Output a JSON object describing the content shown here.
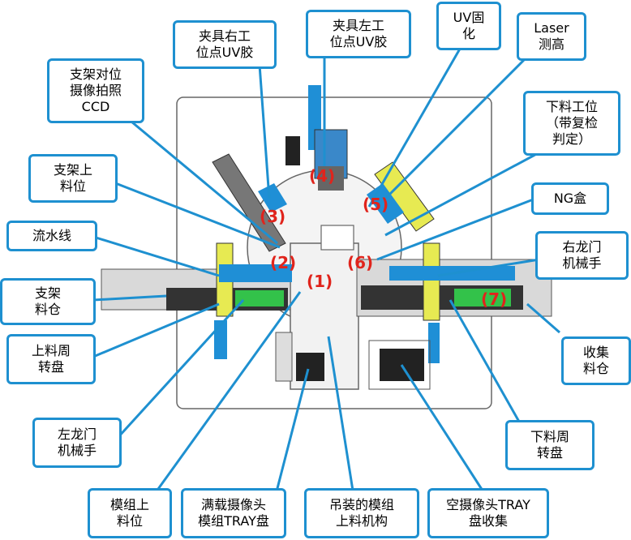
{
  "labels": {
    "jiaju_right": "夹具右工\n位点UV胶",
    "jiaju_left": "夹具左工\n位点UV胶",
    "uv_cure": "UV固\n化",
    "laser": "Laser\n测高",
    "unload_station": "下料工位\n（带复检\n判定）",
    "bracket_align": "支架对位\n摄像拍照\nCCD",
    "bracket_load": "支架上\n料位",
    "ng_box": "NG盒",
    "conveyor": "流水线",
    "right_gantry": "右龙门\n机械手",
    "bracket_bin": "支架\n料仓",
    "collect_bin": "收集\n料仓",
    "load_turntable": "上料周\n转盘",
    "left_gantry": "左龙门\n机械手",
    "unload_turntable": "下料周\n转盘",
    "module_load": "模组上\n料位",
    "full_tray": "满载摄像头\n模组TRAY盘",
    "hoist": "吊装的模组\n上料机构",
    "empty_tray": "空摄像头TRAY\n盘收集"
  },
  "stations": {
    "s1": "(1)",
    "s2": "(2)",
    "s3": "(3)",
    "s4": "(4)",
    "s5": "(5)",
    "s6": "(6)",
    "s7": "(7)"
  },
  "colors": {
    "callout_blue": "#1e90d0",
    "station_red": "#e0241c",
    "machine_blue": "#1f8fd6",
    "machine_yellow": "#e7ea52",
    "machine_green": "#33c24a",
    "outline_gray": "#555555"
  }
}
